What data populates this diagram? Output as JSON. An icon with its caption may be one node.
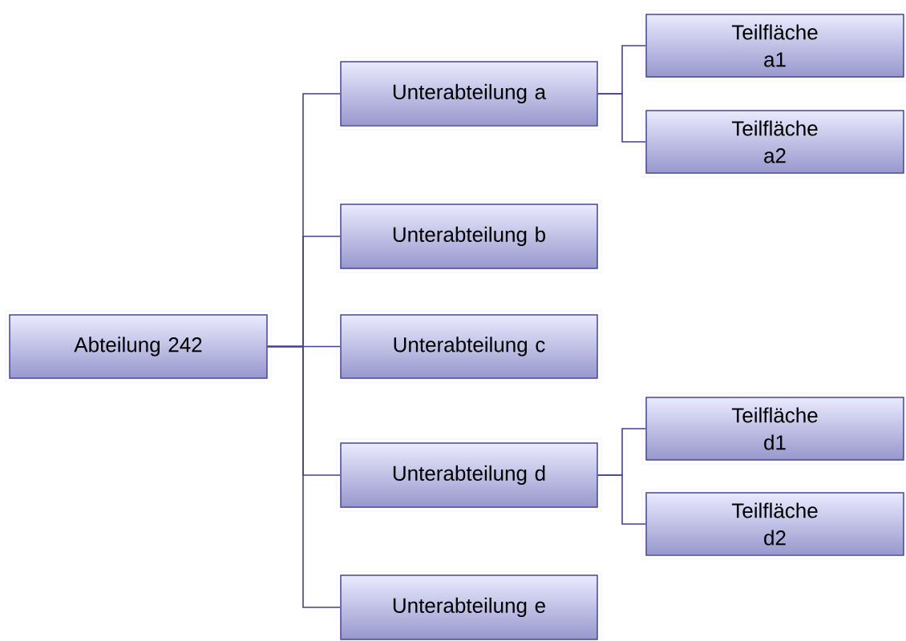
{
  "diagram": {
    "nodes": [
      {
        "text": [
          "Abteilung 242"
        ]
      },
      {
        "text": [
          "Unterabteilung a"
        ]
      },
      {
        "text": [
          "Unterabteilung b"
        ]
      },
      {
        "text": [
          "Unterabteilung c"
        ]
      },
      {
        "text": [
          "Unterabteilung d"
        ]
      },
      {
        "text": [
          "Unterabteilung e"
        ]
      },
      {
        "text": [
          "Teilfläche a1"
        ]
      },
      {
        "text": [
          "Teilfläche a2"
        ]
      },
      {
        "text": [
          "Teilfläche d1"
        ]
      },
      {
        "text": [
          "Teilfläche d2"
        ]
      }
    ],
    "edges": [
      {
        "from": 0,
        "to": 1,
        "arrow": "none"
      },
      {
        "from": 0,
        "to": 2,
        "arrow": "none"
      },
      {
        "from": 0,
        "to": 3,
        "arrow": "none"
      },
      {
        "from": 0,
        "to": 4,
        "arrow": "none"
      },
      {
        "from": 0,
        "to": 5,
        "arrow": "none"
      },
      {
        "from": 1,
        "to": 6,
        "arrow": "none"
      },
      {
        "from": 1,
        "to": 7,
        "arrow": "none"
      },
      {
        "from": 4,
        "to": 8,
        "arrow": "none"
      },
      {
        "from": 4,
        "to": 9,
        "arrow": "none"
      }
    ]
  }
}
